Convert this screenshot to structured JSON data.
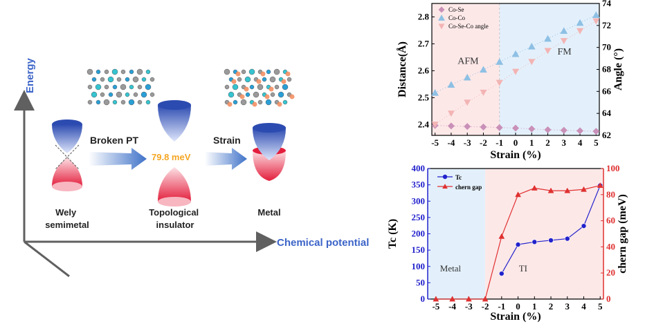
{
  "schematic": {
    "y_axis_label": "Energy",
    "x_axis_label": "Chemical potential",
    "arrow1_label": "Broken PT",
    "arrow2_label": "Strain",
    "gap_label": "79.8 meV",
    "state1_line1": "Wely",
    "state1_line2": "semimetal",
    "state2_line1": "Topological",
    "state2_line2": "insulator",
    "state3_label": "Metal",
    "colors": {
      "valence": "#e8344a",
      "conduction": "#3a56b8",
      "gap_text": "#f5a623",
      "arrow": "#4a7fd0",
      "axis": "#606060",
      "axis_label": "#3c64c8"
    }
  },
  "chart_data": [
    {
      "type": "scatter",
      "xlabel": "Strain (%)",
      "ylabel": "Distance(Å)",
      "y2label": "Angle (°)",
      "x": [
        -5,
        -4,
        -3,
        -2,
        -1,
        0,
        1,
        2,
        3,
        4,
        5
      ],
      "xlim": [
        -5.2,
        5.2
      ],
      "ylim": [
        2.36,
        2.85
      ],
      "y2lim": [
        62,
        74
      ],
      "yticks": [
        2.4,
        2.5,
        2.6,
        2.7,
        2.8
      ],
      "y2ticks": [
        62,
        64,
        66,
        68,
        70,
        72,
        74
      ],
      "xticks": [
        -5,
        -4,
        -3,
        -2,
        -1,
        0,
        1,
        2,
        3,
        4,
        5
      ],
      "regions": [
        {
          "label": "AFM",
          "from": -5.2,
          "to": -1,
          "color": "#fde8e8"
        },
        {
          "label": "FM",
          "from": -1,
          "to": 5.2,
          "color": "#e3f0fb"
        }
      ],
      "series": [
        {
          "name": "Co-Se",
          "axis": "left",
          "marker": "diamond",
          "color": "#c990b8",
          "values": [
            2.397,
            2.395,
            2.393,
            2.391,
            2.389,
            2.387,
            2.384,
            2.381,
            2.379,
            2.377,
            2.375
          ]
        },
        {
          "name": "Co-Co",
          "axis": "left",
          "marker": "triangle-up",
          "color": "#8ec0e4",
          "values": [
            2.518,
            2.548,
            2.575,
            2.604,
            2.633,
            2.662,
            2.69,
            2.719,
            2.748,
            2.778,
            2.807
          ]
        },
        {
          "name": "Co-Se-Co angle",
          "axis": "right",
          "marker": "triangle-down",
          "color": "#f3b4b4",
          "values": [
            63.0,
            64.0,
            65.0,
            65.9,
            66.8,
            67.8,
            68.7,
            69.7,
            70.6,
            71.5,
            72.4
          ]
        }
      ]
    },
    {
      "type": "line",
      "xlabel": "Strain (%)",
      "ylabel": "Tc (K)",
      "y2label": "chern gap (meV)",
      "x": [
        -5,
        -4,
        -3,
        -2,
        -1,
        0,
        1,
        2,
        3,
        4,
        5
      ],
      "xlim": [
        -5.5,
        5.2
      ],
      "ylim": [
        0,
        400
      ],
      "y2lim": [
        0,
        100
      ],
      "yticks": [
        0,
        50,
        100,
        150,
        200,
        250,
        300,
        350,
        400
      ],
      "y2ticks": [
        0,
        20,
        40,
        60,
        80,
        100
      ],
      "xticks": [
        -5,
        -4,
        -3,
        -2,
        -1,
        0,
        1,
        2,
        3,
        4,
        5
      ],
      "regions": [
        {
          "label": "Metal",
          "from": -5.5,
          "to": -2,
          "color": "#e3f0fb"
        },
        {
          "label": "TI",
          "from": -2,
          "to": 5.2,
          "color": "#fde8e8"
        }
      ],
      "series": [
        {
          "name": "Tc",
          "axis": "left",
          "marker": "circle",
          "color": "#2222cc",
          "points": [
            [
              -1,
              78
            ],
            [
              0,
              167
            ],
            [
              1,
              175
            ],
            [
              2,
              180
            ],
            [
              3,
              185
            ],
            [
              4,
              224
            ],
            [
              5,
              348
            ]
          ]
        },
        {
          "name": "chern gap",
          "axis": "right",
          "marker": "triangle-up",
          "color": "#e03030",
          "points": [
            [
              -5,
              0
            ],
            [
              -4,
              0
            ],
            [
              -3,
              0
            ],
            [
              -2,
              0
            ],
            [
              -1,
              48
            ],
            [
              0,
              80
            ],
            [
              1,
              85
            ],
            [
              2,
              83
            ],
            [
              3,
              83
            ],
            [
              4,
              84
            ],
            [
              5,
              87
            ]
          ]
        }
      ]
    }
  ]
}
